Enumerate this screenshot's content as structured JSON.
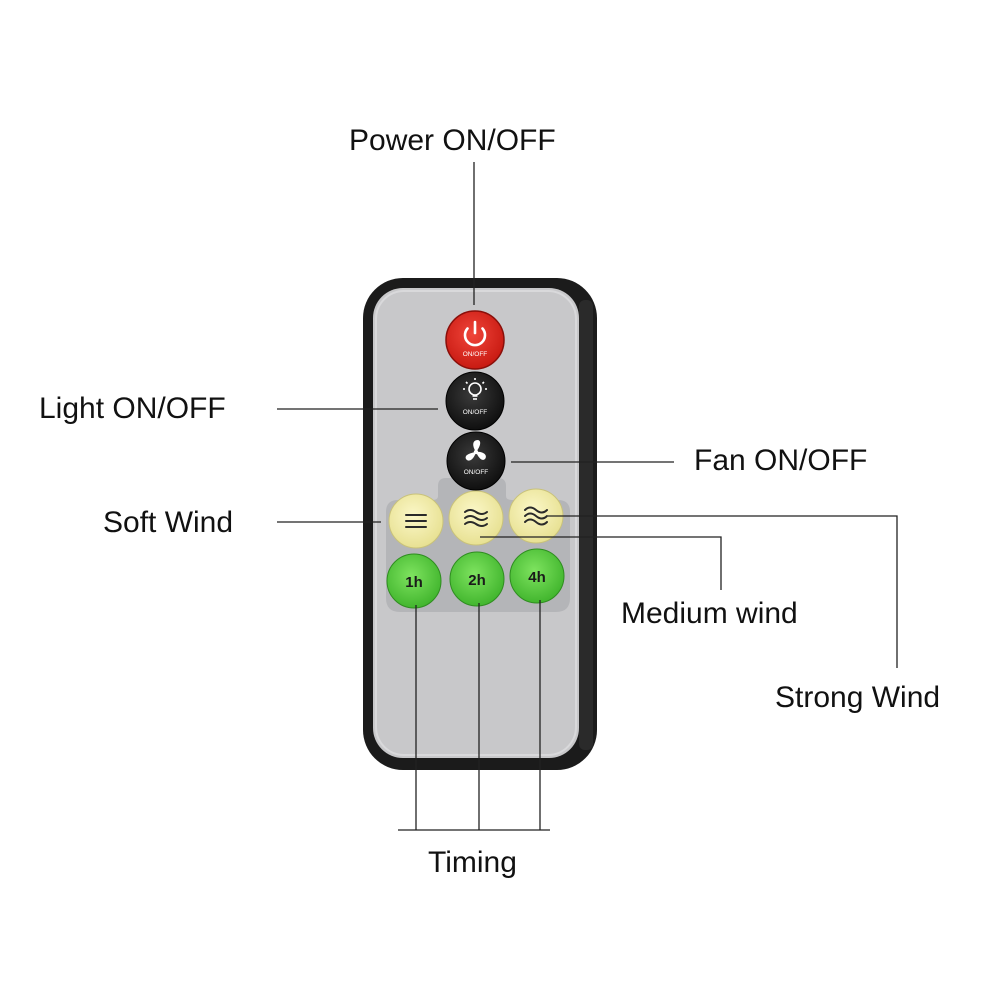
{
  "labels": {
    "power": "Power ON/OFF",
    "light": "Light ON/OFF",
    "fan": "Fan ON/OFF",
    "soft_wind": "Soft Wind",
    "medium_wind": "Medium wind",
    "strong_wind": "Strong Wind",
    "timing": "Timing"
  },
  "buttons": {
    "power": {
      "text": "ON/OFF",
      "icon": "power-icon",
      "color": "#e0261f"
    },
    "light": {
      "text": "ON/OFF",
      "icon": "bulb-icon",
      "color": "#1a1a1a"
    },
    "fan": {
      "text": "ON/OFF",
      "icon": "fan-icon",
      "color": "#1a1a1a"
    },
    "soft": {
      "icon": "three-lines-icon",
      "color": "#f0eba4"
    },
    "medium": {
      "icon": "wave-lines-icon",
      "color": "#f0eba4"
    },
    "strong": {
      "icon": "wave-lines-icon",
      "color": "#f0eba4"
    },
    "timer_1h": {
      "text": "1h",
      "color": "#4ec739"
    },
    "timer_2h": {
      "text": "2h",
      "color": "#4ec739"
    },
    "timer_4h": {
      "text": "4h",
      "color": "#4ec739"
    }
  },
  "colors": {
    "remote_body": "#c9c9cb",
    "remote_border": "#1c1c1c",
    "leader_line": "#222222"
  }
}
